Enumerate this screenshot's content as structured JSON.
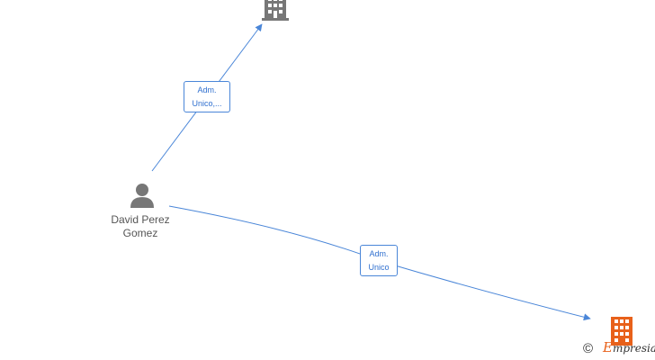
{
  "nodes": {
    "person": {
      "name_line1": "David Perez",
      "name_line2": "Gomez",
      "icon": "person-icon"
    },
    "company_top": {
      "icon": "building-icon",
      "color": "#777777"
    },
    "company_bottom": {
      "icon": "building-icon",
      "color": "#e8611a"
    }
  },
  "edges": [
    {
      "from": "person",
      "to": "company_top",
      "label_line1": "Adm.",
      "label_line2": "Unico,..."
    },
    {
      "from": "person",
      "to": "company_bottom",
      "label_line1": "Adm.",
      "label_line2": "Unico"
    }
  ],
  "colors": {
    "edge": "#4a86d8",
    "edge_label_text": "#2f6fcf",
    "person": "#777777",
    "accent": "#e8611a"
  },
  "watermark": {
    "copyright_symbol": "©",
    "brand_first_letter": "E",
    "brand_rest": "mpresia"
  }
}
